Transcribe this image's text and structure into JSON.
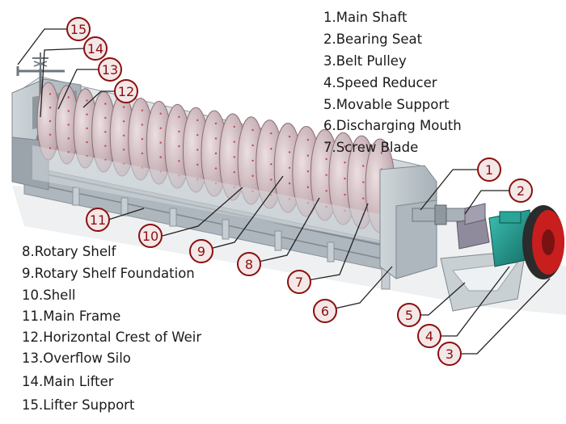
{
  "legend_top_right": [
    "1.Main Shaft",
    "2.Bearing Seat",
    "3.Belt Pulley",
    "4.Speed Reducer",
    "5.Movable Support",
    "6.Discharging Mouth",
    "7.Screw Blade"
  ],
  "legend_bottom_left": [
    "8.Rotary Shelf",
    "9.Rotary Shelf Foundation",
    "10.Shell",
    "11.Main Frame",
    "12.Horizontal Crest of Weir",
    "13.Overflow Silo",
    "14.Main Lifter",
    "15.Lifter Support"
  ],
  "callouts": [
    "1",
    "2",
    "3",
    "4",
    "5",
    "6",
    "7",
    "8",
    "9",
    "10",
    "11",
    "12",
    "13",
    "14",
    "15"
  ],
  "colors": {
    "callout_ring": "#8a1010",
    "callout_fill": "#f4e7e7",
    "frame_grey": "#b9c2c8",
    "blade_pink": "#d9c2c6",
    "reducer_teal": "#1b8f85",
    "pulley_red": "#c81e1e"
  }
}
